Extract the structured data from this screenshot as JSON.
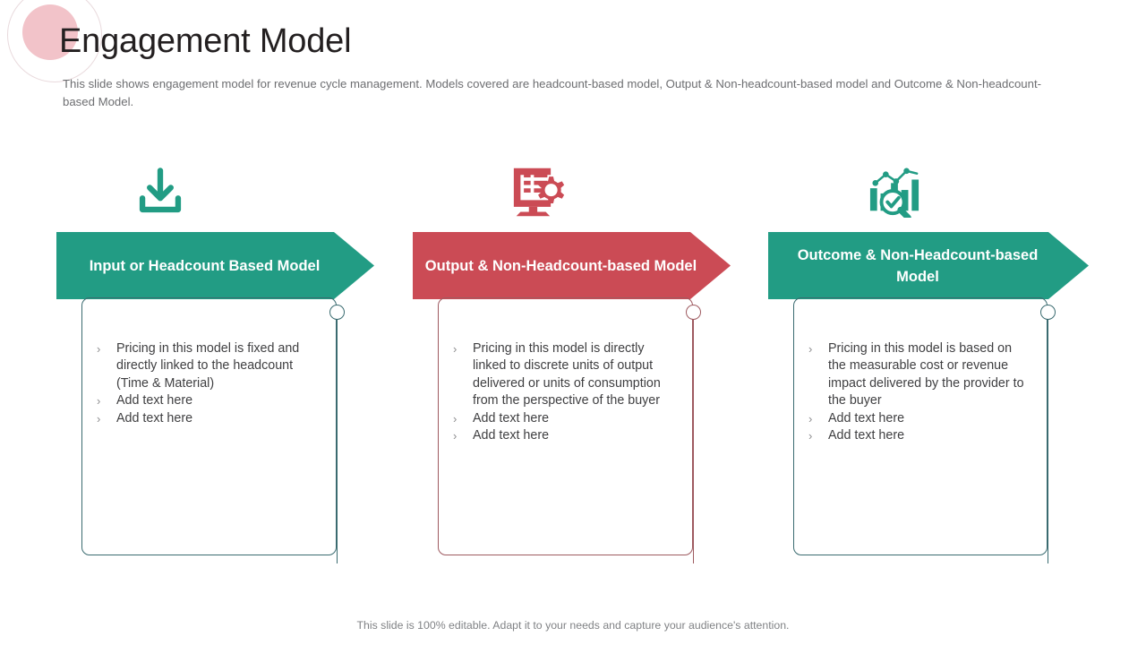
{
  "header": {
    "title": "Engagement Model",
    "subtitle": "This slide shows engagement model for revenue cycle management. Models  covered are headcount-based model, Output & Non-headcount-based model and Outcome & Non-headcount-based Model."
  },
  "colors": {
    "teal": "#229c84",
    "red": "#cb4b55",
    "teal_border": "#3a6b70",
    "red_border": "#9e5a60",
    "decor_pink": "#f2c3c9",
    "title_text": "#231f20",
    "body_text": "#3f3f41",
    "muted_text": "#6d6e71"
  },
  "columns": [
    {
      "icon_name": "download-arrow-icon",
      "banner_label": "Input or Headcount Based Model",
      "accent": "teal",
      "bullets": [
        "Pricing in this model is fixed and directly linked to the headcount (Time & Material)",
        "Add text here",
        "Add text here"
      ]
    },
    {
      "icon_name": "monitor-gear-icon",
      "banner_label": "Output & Non-Headcount-based Model",
      "accent": "red",
      "bullets": [
        "Pricing in this model is directly linked to discrete units of output delivered or units of consumption from the perspective of the buyer",
        "Add text here",
        "Add text here"
      ]
    },
    {
      "icon_name": "bar-chart-magnifier-check-icon",
      "banner_label": "Outcome & Non-Headcount-based Model",
      "accent": "teal",
      "bullets": [
        "Pricing in this model is based on the measurable cost or revenue impact delivered by the provider to the buyer",
        "Add text here",
        "Add text here"
      ]
    }
  ],
  "bullet_marker": "›",
  "footer": {
    "note": "This slide is 100% editable. Adapt it to your needs and capture your audience's attention."
  }
}
